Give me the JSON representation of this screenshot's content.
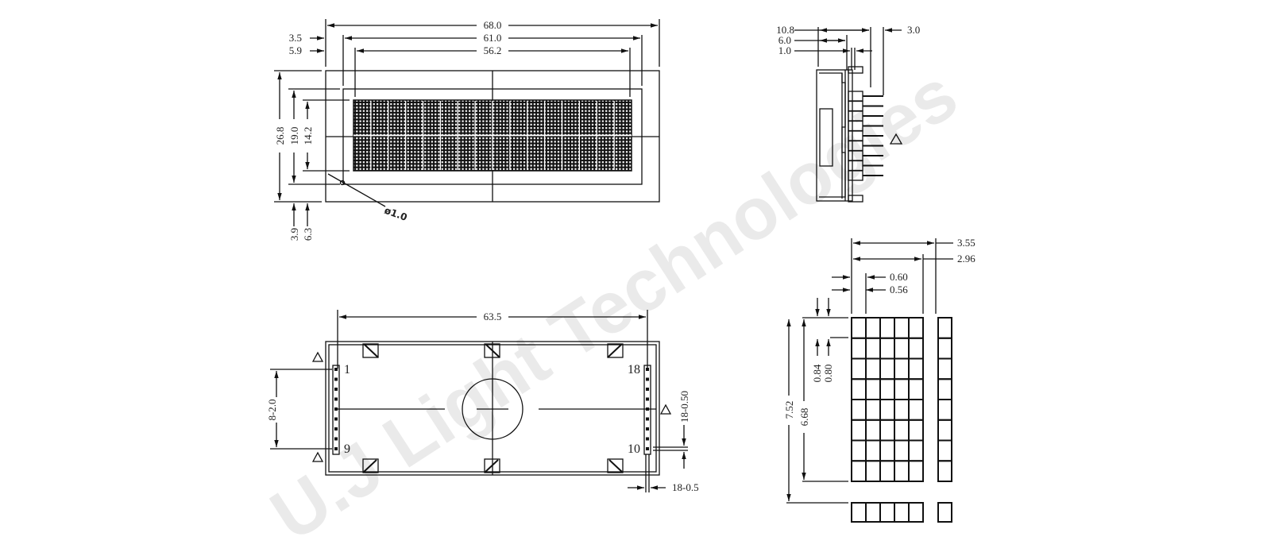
{
  "watermark": "U.J Light Technologies",
  "front_view": {
    "width_outer": "68.0",
    "width_bezel": "61.0",
    "width_viewing": "56.2",
    "offset_bezel": "3.5",
    "offset_viewing": "5.9",
    "height_outer": "26.8",
    "height_bezel": "19.0",
    "height_viewing": "14.2",
    "offset_bottom_bezel": "3.9",
    "offset_bottom_viewing": "6.3",
    "hole_diameter": "ø1.0"
  },
  "side_view": {
    "depth_total": "10.8",
    "depth_body": "6.0",
    "pcb_thickness": "1.0",
    "pin_length": "3.0"
  },
  "back_view": {
    "pin_span": "63.5",
    "pin_1": "1",
    "pin_9": "9",
    "pin_18": "18",
    "pin_10": "10",
    "pin_pitch": "8-2.0",
    "pin_size": "18-0.50",
    "pin_width": "18-0.5"
  },
  "char_detail": {
    "char_pitch": "3.55",
    "char_width": "2.96",
    "dot_pitch_x": "0.60",
    "dot_width": "0.56",
    "dot_pitch_y": "0.84",
    "dot_height": "0.80",
    "char_height": "6.68",
    "char_pitch_y": "7.52"
  }
}
